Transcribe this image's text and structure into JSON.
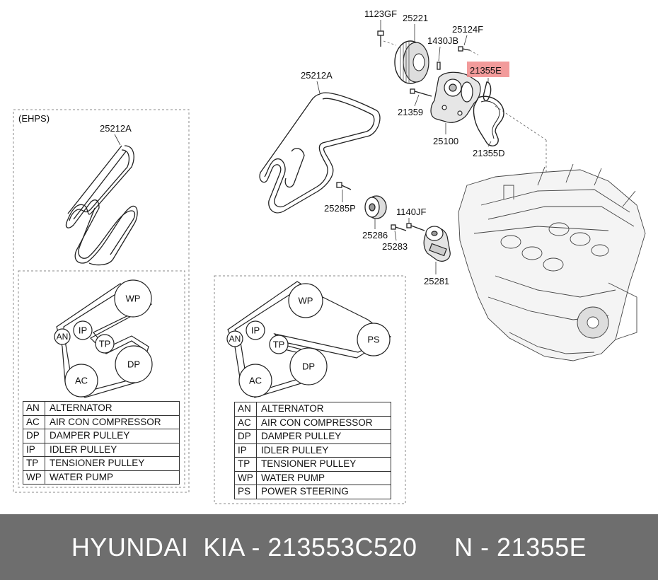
{
  "ehps_label": "(EHPS)",
  "part_labels": {
    "bolt_1123gf": "1123GF",
    "pulley_25221": "25221",
    "bolt_25124f": "25124F",
    "pin_1430jb": "1430JB",
    "gasket_21355e": "21355E",
    "belt_25212a_main": "25212A",
    "belt_25212a_ehps": "25212A",
    "bolt_21359": "21359",
    "pump_25100": "25100",
    "gasket_21355d": "21355D",
    "bolt_25285p": "25285P",
    "bolt_1140jf": "1140JF",
    "idler_25286": "25286",
    "bolt_25283": "25283",
    "tensioner_25281": "25281"
  },
  "highlight_color": "#f08a8a",
  "left_routing": {
    "wp": "WP",
    "an": "AN",
    "ip": "IP",
    "tp": "TP",
    "dp": "DP",
    "ac": "AC"
  },
  "right_routing": {
    "wp": "WP",
    "an": "AN",
    "ip": "IP",
    "tp": "TP",
    "ps": "PS",
    "dp": "DP",
    "ac": "AC"
  },
  "legend_left": [
    {
      "code": "AN",
      "name": "ALTERNATOR"
    },
    {
      "code": "AC",
      "name": "AIR CON COMPRESSOR"
    },
    {
      "code": "DP",
      "name": "DAMPER PULLEY"
    },
    {
      "code": "IP",
      "name": "IDLER PULLEY"
    },
    {
      "code": "TP",
      "name": "TENSIONER PULLEY"
    },
    {
      "code": "WP",
      "name": "WATER PUMP"
    }
  ],
  "legend_right": [
    {
      "code": "AN",
      "name": "ALTERNATOR"
    },
    {
      "code": "AC",
      "name": "AIR CON COMPRESSOR"
    },
    {
      "code": "DP",
      "name": "DAMPER PULLEY"
    },
    {
      "code": "IP",
      "name": "IDLER PULLEY"
    },
    {
      "code": "TP",
      "name": "TENSIONER PULLEY"
    },
    {
      "code": "WP",
      "name": "WATER PUMP"
    },
    {
      "code": "PS",
      "name": "POWER STEERING"
    }
  ],
  "footer_text": "HYUNDAI  KIA - 213553C520     N - 21355E"
}
